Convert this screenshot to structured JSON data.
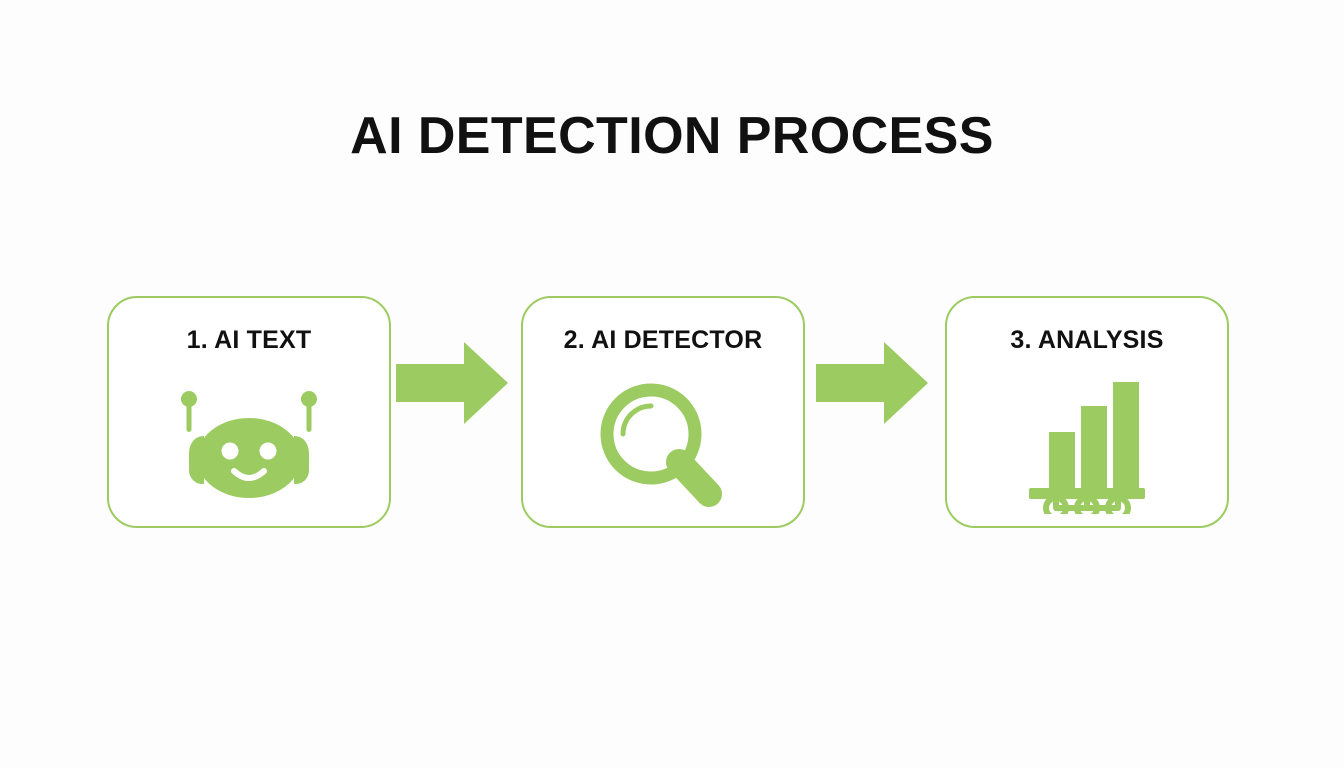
{
  "slide": {
    "title": "AI DETECTION PROCESS",
    "background_color": "#fdfdfd",
    "accent_color": "#9ccb61",
    "icon_color": "#9ccb61",
    "text_color": "#111111"
  },
  "steps": [
    {
      "label": "1. AI TEXT",
      "icon": "robot-head-icon",
      "number": "1",
      "name": "AI TEXT"
    },
    {
      "label": "2. AI DETECTOR",
      "icon": "magnifying-glass-icon",
      "number": "2",
      "name": "AI DETECTOR"
    },
    {
      "label": "3. ANALYSIS",
      "icon": "bar-chart-cart-icon",
      "number": "3",
      "name": "ANALYSIS"
    }
  ],
  "arrows": [
    {
      "name": "arrow-right-icon",
      "direction": "right",
      "color": "#9ccb61"
    },
    {
      "name": "arrow-right-icon",
      "direction": "right",
      "color": "#9ccb61"
    }
  ]
}
